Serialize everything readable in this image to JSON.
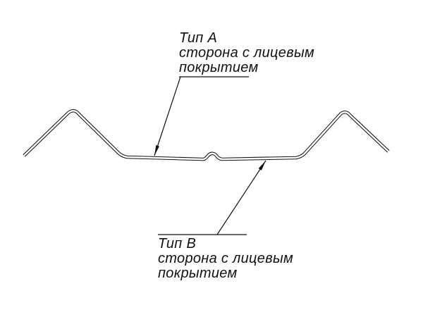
{
  "drawing": {
    "background_color": "#ffffff",
    "line_color": "#111111",
    "labels": {
      "type_a": {
        "title": "Тип А",
        "line1": "сторона с лицевым",
        "line2": "покрытием"
      },
      "type_b": {
        "title": "Тип В",
        "line1": "сторона с лицевым",
        "line2": "покрытием"
      }
    }
  }
}
